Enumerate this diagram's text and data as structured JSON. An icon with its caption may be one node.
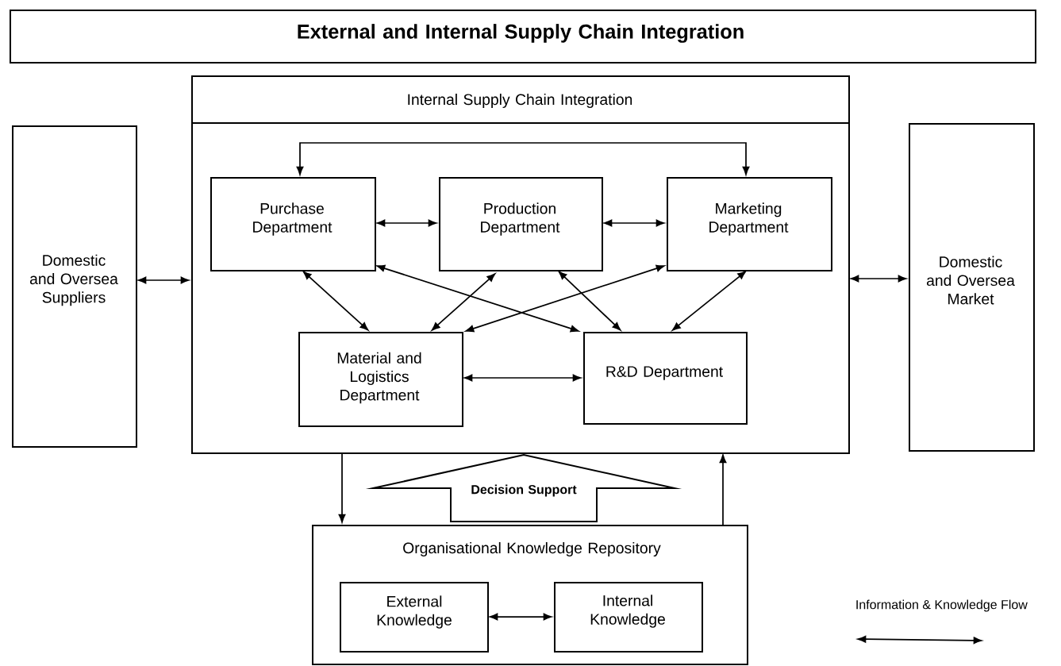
{
  "diagram": {
    "nodes": [
      {
        "text": [
          "External and Internal Supply Chain Integration"
        ]
      },
      {
        "text": [
          "Internal Supply Chain Integration"
        ]
      },
      {
        "text": [
          "Domestic and Oversea Suppliers"
        ]
      },
      {
        "text": [
          "Domestic and Oversea Market"
        ]
      },
      {
        "text": [
          "Purchase Department"
        ],
        "in": 1
      },
      {
        "text": [
          "Production Department"
        ],
        "in": 1
      },
      {
        "text": [
          "Marketing Department"
        ],
        "in": 1
      },
      {
        "text": [
          "Material and Logistics Department"
        ],
        "in": 1
      },
      {
        "text": [
          "R&D Department"
        ],
        "in": 1
      },
      {
        "text": [
          "Decision Support"
        ]
      },
      {
        "text": [
          "Organisational Knowledge Repository"
        ]
      },
      {
        "text": [
          "External Knowledge"
        ],
        "in": 10
      },
      {
        "text": [
          "Internal Knowledge"
        ],
        "in": 10
      }
    ],
    "edges": [
      {
        "from": 2,
        "to": 1,
        "arrow": "both"
      },
      {
        "from": 1,
        "to": 3,
        "arrow": "both"
      },
      {
        "from": 4,
        "to": 6,
        "arrow": "both"
      },
      {
        "from": 4,
        "to": 5,
        "arrow": "both"
      },
      {
        "from": 5,
        "to": 6,
        "arrow": "both"
      },
      {
        "from": 4,
        "to": 7,
        "arrow": "both"
      },
      {
        "from": 4,
        "to": 8,
        "arrow": "both"
      },
      {
        "from": 5,
        "to": 7,
        "arrow": "both"
      },
      {
        "from": 5,
        "to": 8,
        "arrow": "both"
      },
      {
        "from": 6,
        "to": 7,
        "arrow": "both"
      },
      {
        "from": 6,
        "to": 8,
        "arrow": "both"
      },
      {
        "from": 7,
        "to": 8,
        "arrow": "both"
      },
      {
        "from": 1,
        "to": 10,
        "arrow": "to"
      },
      {
        "from": 10,
        "to": 1,
        "arrow": "to"
      },
      {
        "from": 11,
        "to": 12,
        "arrow": "both"
      }
    ],
    "legend": [
      {
        "text": "Information & Knowledge Flow"
      }
    ]
  }
}
